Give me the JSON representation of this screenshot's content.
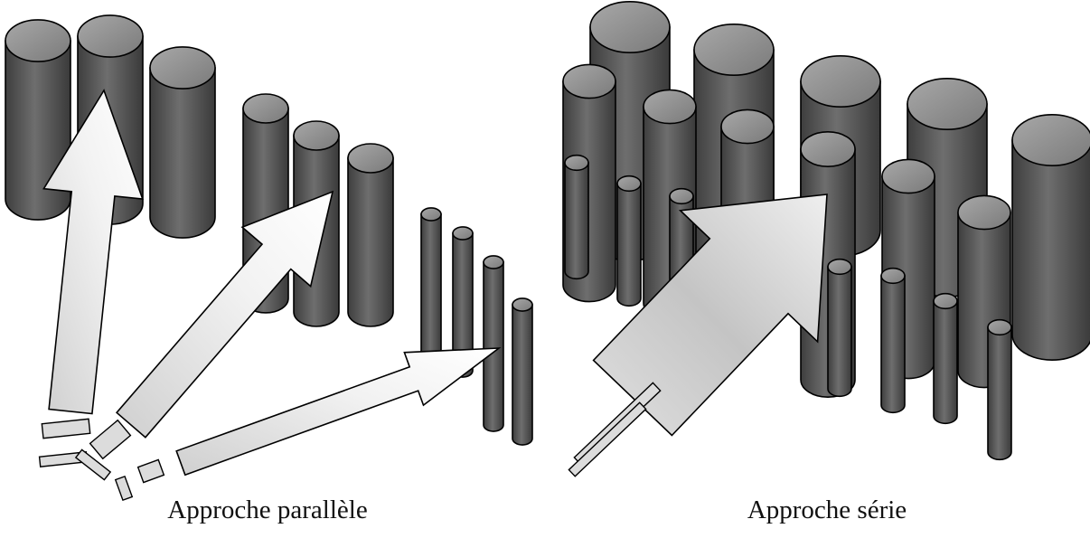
{
  "captions": {
    "parallel": "Approche parallèle",
    "serie": "Approche série"
  },
  "colors": {
    "cylinder_dark": "#4a4a4a",
    "cylinder_mid": "#777777",
    "cylinder_light": "#9a9a9a",
    "arrow_fill": "#e6e6e6",
    "outline": "#000000"
  },
  "panels": [
    {
      "name": "parallel-approach",
      "arrows": 3,
      "cylinder_rows": 3
    },
    {
      "name": "serial-approach",
      "arrows": 1,
      "cylinder_rows": 3
    }
  ]
}
